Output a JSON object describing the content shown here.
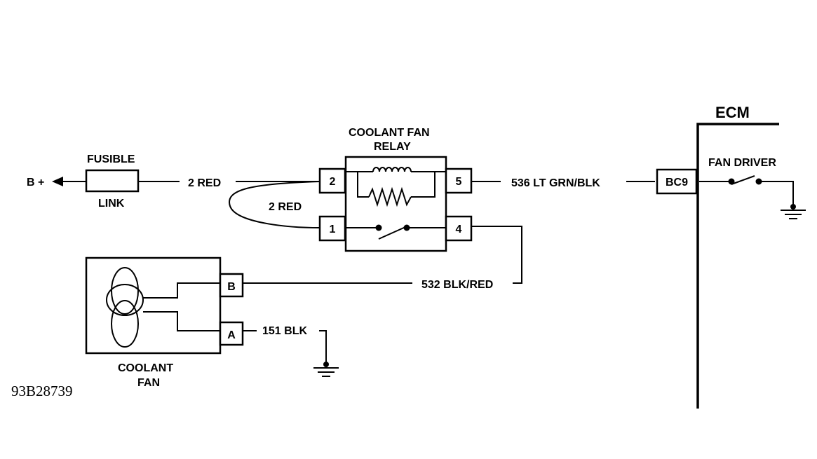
{
  "labels": {
    "b_plus": "B +",
    "fusible": "FUSIBLE",
    "link": "LINK",
    "wire_2_red_top": "2 RED",
    "wire_2_red_loop": "2 RED",
    "relay_line1": "COOLANT FAN",
    "relay_line2": "RELAY",
    "wire_536": "536 LT GRN/BLK",
    "ecm": "ECM",
    "fan_driver": "FAN DRIVER",
    "wire_532": "532 BLK/RED",
    "wire_151": "151 BLK",
    "fan_line1": "COOLANT",
    "fan_line2": "FAN",
    "figure_code": "93B28739"
  },
  "pins": {
    "relay_2": "2",
    "relay_1": "1",
    "relay_5": "5",
    "relay_4": "4",
    "fan_b": "B",
    "fan_a": "A",
    "ecm_bc9": "BC9"
  }
}
